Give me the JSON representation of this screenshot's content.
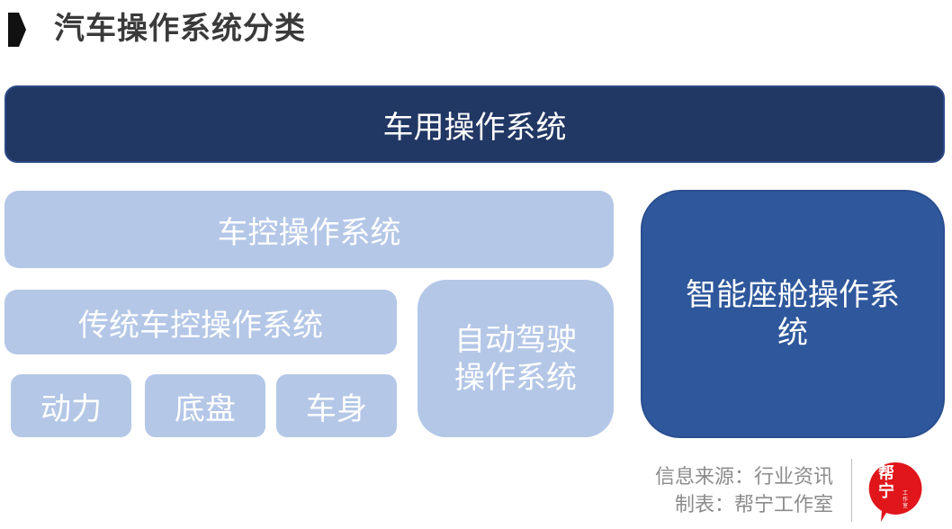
{
  "header": {
    "title": "汽车操作系统分类",
    "marker_icon": "chevron-right-marker-icon"
  },
  "diagram": {
    "root": {
      "label": "车用操作系统",
      "color": "#213764"
    },
    "vehicle_control": {
      "label": "车控操作系统",
      "color": "#b4c7e7"
    },
    "traditional_control": {
      "label": "传统车控操作系统",
      "color": "#b4c7e7"
    },
    "traditional_subsystems": [
      {
        "label": "动力"
      },
      {
        "label": "底盘"
      },
      {
        "label": "车身"
      }
    ],
    "autonomous_driving": {
      "label": "自动驾驶操作系统",
      "line1": "自动驾驶",
      "line2": "操作系统",
      "color": "#b4c7e7"
    },
    "smart_cockpit": {
      "label": "智能座舱操作系统",
      "line1": "智能座舱操作系",
      "line2": "统",
      "color": "#2e579c"
    }
  },
  "footer": {
    "source": "信息来源：行业资讯",
    "maker": "制表：帮宁工作室",
    "logo": {
      "main": "帮宁",
      "line1": "帮",
      "line2": "宁",
      "sub": "工作室",
      "color": "#e0161b"
    }
  }
}
